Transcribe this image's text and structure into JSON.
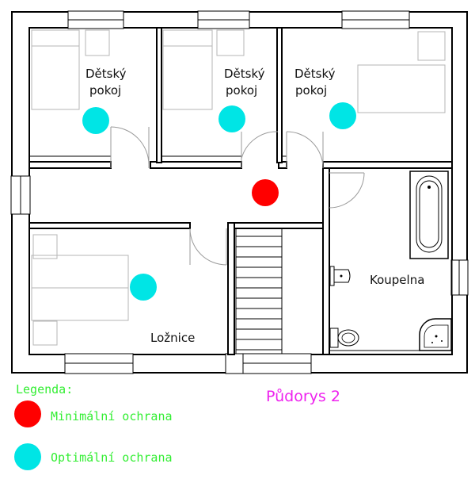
{
  "plan": {
    "title": "Půdorys 2",
    "rooms": {
      "child1": [
        "Dětský",
        "pokoj"
      ],
      "child2": [
        "Dětský",
        "pokoj"
      ],
      "child3": [
        "Dětský",
        "pokoj"
      ],
      "bedroom": "Ložnice",
      "bathroom": "Koupelna"
    }
  },
  "legend": {
    "heading": "Legenda:",
    "items": [
      {
        "label": "Minimální ochrana",
        "color": "#ff0000"
      },
      {
        "label": "Optimální ochrana",
        "color": "#00e5e5"
      }
    ]
  },
  "colors": {
    "minimal": "#ff0000",
    "optimal": "#00e5e5",
    "legend_text": "#33ee33",
    "title": "#ee22ee"
  }
}
